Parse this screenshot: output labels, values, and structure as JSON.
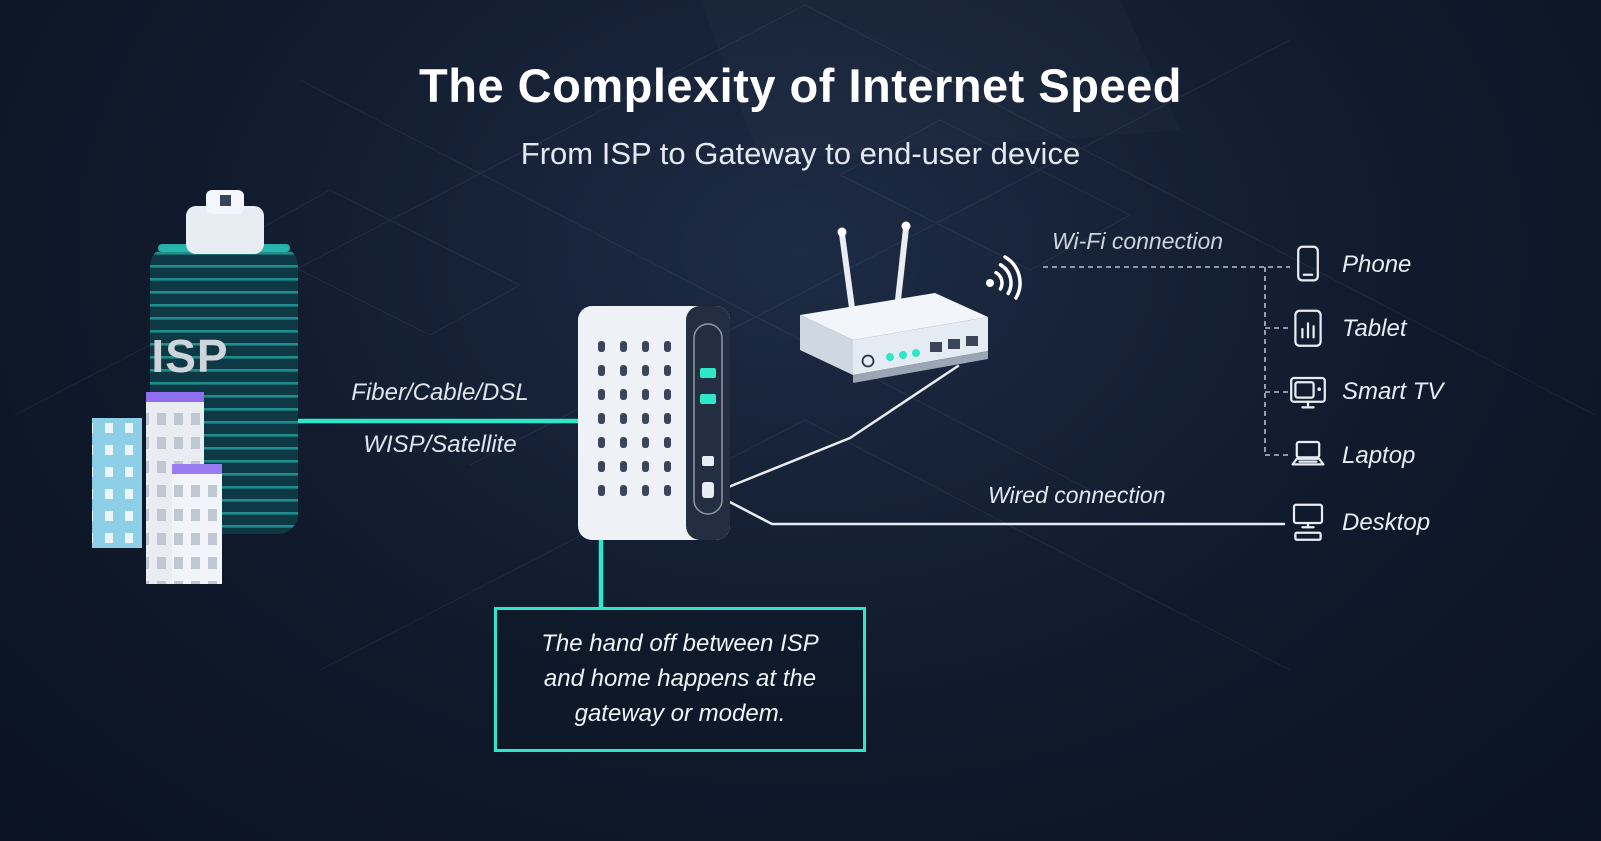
{
  "header": {
    "title": "The Complexity of Internet Speed",
    "subtitle": "From ISP to Gateway to end-user device"
  },
  "isp": {
    "label": "ISP"
  },
  "connections": {
    "isp_link_line1": "Fiber/Cable/DSL",
    "isp_link_line2": "WISP/Satellite",
    "wifi_label": "Wi-Fi connection",
    "wired_label": "Wired connection"
  },
  "callout": {
    "text": "The hand off between ISP and home happens at the gateway or modem."
  },
  "nodes": {
    "isp_building": "isp-building",
    "gateway": "gateway-modem",
    "router": "wifi-router",
    "wifi_waves": "wifi-waves-icon"
  },
  "devices": [
    {
      "label": "Phone",
      "icon": "phone-icon"
    },
    {
      "label": "Tablet",
      "icon": "tablet-icon"
    },
    {
      "label": "Smart TV",
      "icon": "smart-tv-icon"
    },
    {
      "label": "Laptop",
      "icon": "laptop-icon"
    },
    {
      "label": "Desktop",
      "icon": "desktop-icon"
    }
  ],
  "colors": {
    "accent": "#2ee6c8",
    "background": "#101a2c",
    "title_text": "#ffffff",
    "label_text": "#dfe5ec",
    "purple_accent": "#8f6ff0",
    "line_white": "#e9edf3"
  }
}
